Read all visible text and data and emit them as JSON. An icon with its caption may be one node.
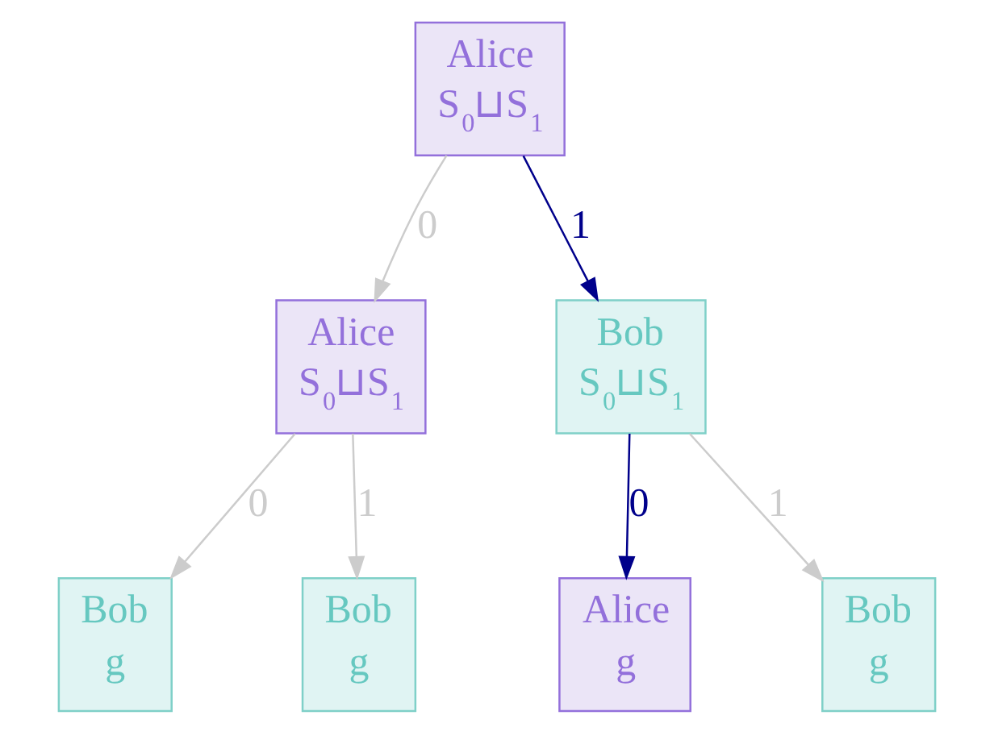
{
  "diagram": {
    "nodes": [
      {
        "text": [
          "Alice",
          "S$_{0}$⊔S$_{1}$"
        ]
      },
      {
        "text": [
          "Alice",
          "S$_{0}$⊔S$_{1}$"
        ]
      },
      {
        "text": [
          "Bob",
          "S$_{0}$⊔S$_{1}$"
        ]
      },
      {
        "text": [
          "Bob",
          "g"
        ]
      },
      {
        "text": [
          "Bob",
          "g"
        ]
      },
      {
        "text": [
          "Alice",
          "g"
        ]
      },
      {
        "text": [
          "Bob",
          "g"
        ]
      }
    ],
    "edges": [
      {
        "from": 0,
        "to": 1,
        "arrow": "to",
        "label": "0"
      },
      {
        "from": 0,
        "to": 2,
        "arrow": "to",
        "label": "1",
        "color": "#00008b"
      },
      {
        "from": 1,
        "to": 3,
        "arrow": "to",
        "label": "0"
      },
      {
        "from": 1,
        "to": 4,
        "arrow": "to",
        "label": "1"
      },
      {
        "from": 2,
        "to": 5,
        "arrow": "to",
        "label": "0",
        "color": "#00008b"
      },
      {
        "from": 2,
        "to": 6,
        "arrow": "to",
        "label": "1"
      }
    ]
  }
}
